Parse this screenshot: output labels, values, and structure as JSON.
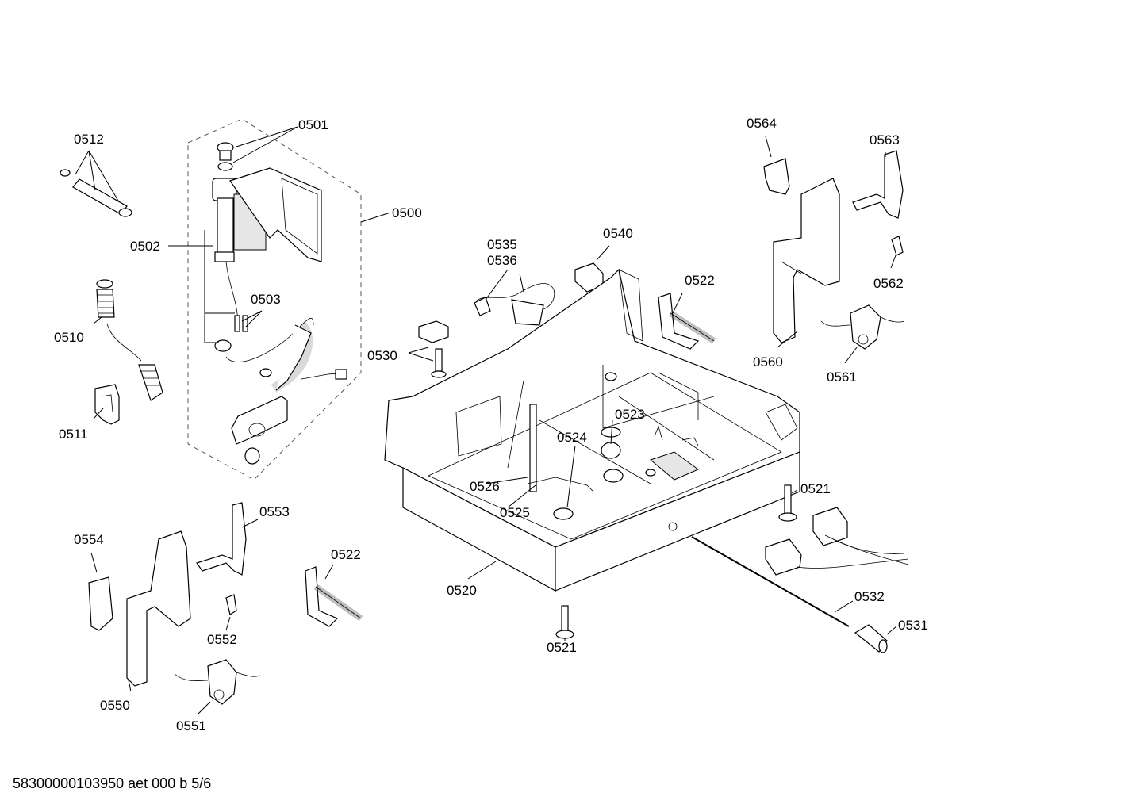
{
  "footer_text": "58300000103950 aet 000 b 5/6",
  "labels": {
    "l0512": "0512",
    "l0501": "0501",
    "l0500": "0500",
    "l0502": "0502",
    "l0503": "0503",
    "l0510": "0510",
    "l0511": "0511",
    "l0535": "0535",
    "l0536": "0536",
    "l0540": "0540",
    "l0522a": "0522",
    "l0530": "0530",
    "l0564": "0564",
    "l0563": "0563",
    "l0562": "0562",
    "l0560": "0560",
    "l0561": "0561",
    "l0523": "0523",
    "l0524": "0524",
    "l0526": "0526",
    "l0525": "0525",
    "l0521a": "0521",
    "l0520": "0520",
    "l0553": "0553",
    "l0554": "0554",
    "l0522b": "0522",
    "l0552": "0552",
    "l0550": "0550",
    "l0551": "0551",
    "l0532": "0532",
    "l0531": "0531",
    "l0521b": "0521"
  }
}
